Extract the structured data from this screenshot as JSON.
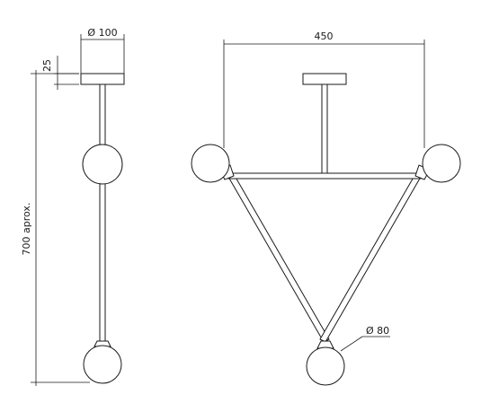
{
  "side_view": {
    "dim_canopy_diameter": "Ø 100",
    "dim_canopy_height": "25",
    "dim_total_height": "700 aprox."
  },
  "front_view": {
    "dim_width": "450",
    "dim_globe_diameter": "Ø 80"
  }
}
